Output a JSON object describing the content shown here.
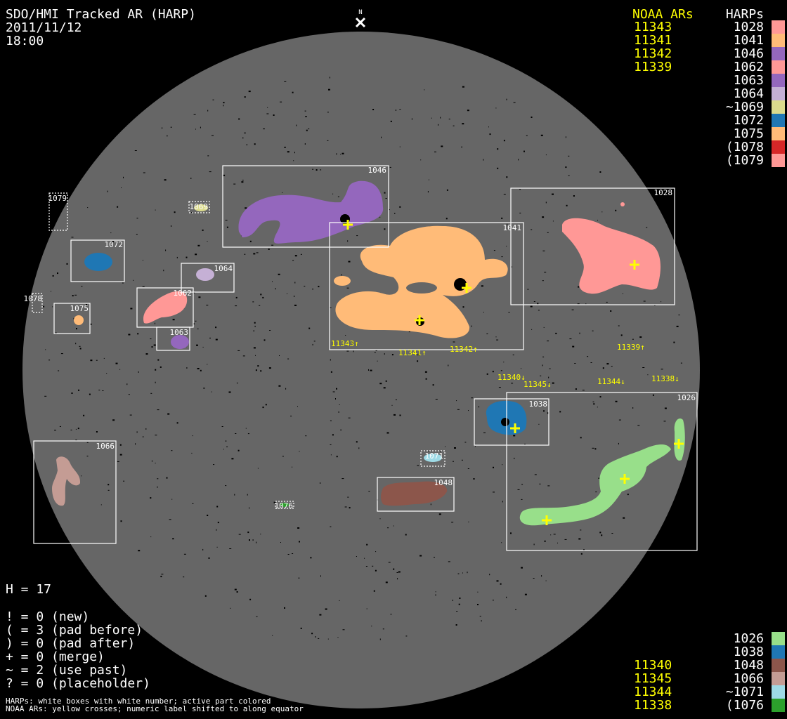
{
  "header": {
    "title": "SDO/HMI Tracked AR (HARP)",
    "date": "2011/11/12",
    "time": "18:00"
  },
  "north_label": "N",
  "legend_top": {
    "noaa_title": "NOAA ARs",
    "harps_title": "HARPs",
    "noaa": [
      "11343",
      "11341",
      "11342",
      "11339"
    ],
    "harps": [
      {
        "label": "1028",
        "color": "#ff9896"
      },
      {
        "label": "1041",
        "color": "#ffbb78"
      },
      {
        "label": "1046",
        "color": "#9467bd"
      },
      {
        "label": "1062",
        "color": "#ff9896"
      },
      {
        "label": "1063",
        "color": "#9467bd"
      },
      {
        "label": "1064",
        "color": "#c5b0d5"
      },
      {
        "label": "~1069",
        "color": "#dbdb8d"
      },
      {
        "label": "1072",
        "color": "#1f77b4"
      },
      {
        "label": "1075",
        "color": "#ffbb78"
      },
      {
        "label": "(1078",
        "color": "#d62728"
      },
      {
        "label": "(1079",
        "color": "#ff9896"
      }
    ]
  },
  "legend_bottom": {
    "noaa": [
      "11340",
      "11345",
      "11344",
      "11338"
    ],
    "harps": [
      {
        "label": "1026",
        "color": "#98df8a"
      },
      {
        "label": "1038",
        "color": "#1f77b4"
      },
      {
        "label": "1048",
        "color": "#8c564b"
      },
      {
        "label": "1066",
        "color": "#c49c94"
      },
      {
        "label": "~1071",
        "color": "#9edae5"
      },
      {
        "label": "(1076",
        "color": "#2ca02c"
      }
    ]
  },
  "stats": {
    "h": "H = 17",
    "lines": [
      "! = 0 (new)",
      "( = 3 (pad before)",
      ") = 0 (pad after)",
      "+ = 0 (merge)",
      "~ = 2 (use past)",
      "? = 0 (placeholder)"
    ]
  },
  "footnotes": [
    "HARPs: white boxes with white number; active part colored",
    "NOAA ARs: yellow crosses; numeric label shifted to along equator"
  ],
  "disk": {
    "box_labels": {
      "b1046": "1046",
      "b1041": "1041",
      "b1028": "1028",
      "b1072": "1072",
      "b1064": "1064",
      "b1062": "1062",
      "b1063": "1063",
      "b1075": "1075",
      "b1079": "1079",
      "b1078": "1078",
      "b1069": "1069",
      "b1038": "1038",
      "b1026": "1026",
      "b1066": "1066",
      "b1048": "1048",
      "b1071": "1071",
      "b1076": "1076"
    },
    "noaa_labels": {
      "n11343": "11343↑",
      "n11341": "11341↑",
      "n11342": "11342↑",
      "n11339": "11339↑",
      "n11340": "11340↓",
      "n11345": "11345↓",
      "n11344": "11344↓",
      "n11338": "11338↓"
    }
  },
  "colors": {
    "disk": "#666666",
    "background": "#000000",
    "noaa": "#ffff00",
    "box": "#ffffff"
  }
}
